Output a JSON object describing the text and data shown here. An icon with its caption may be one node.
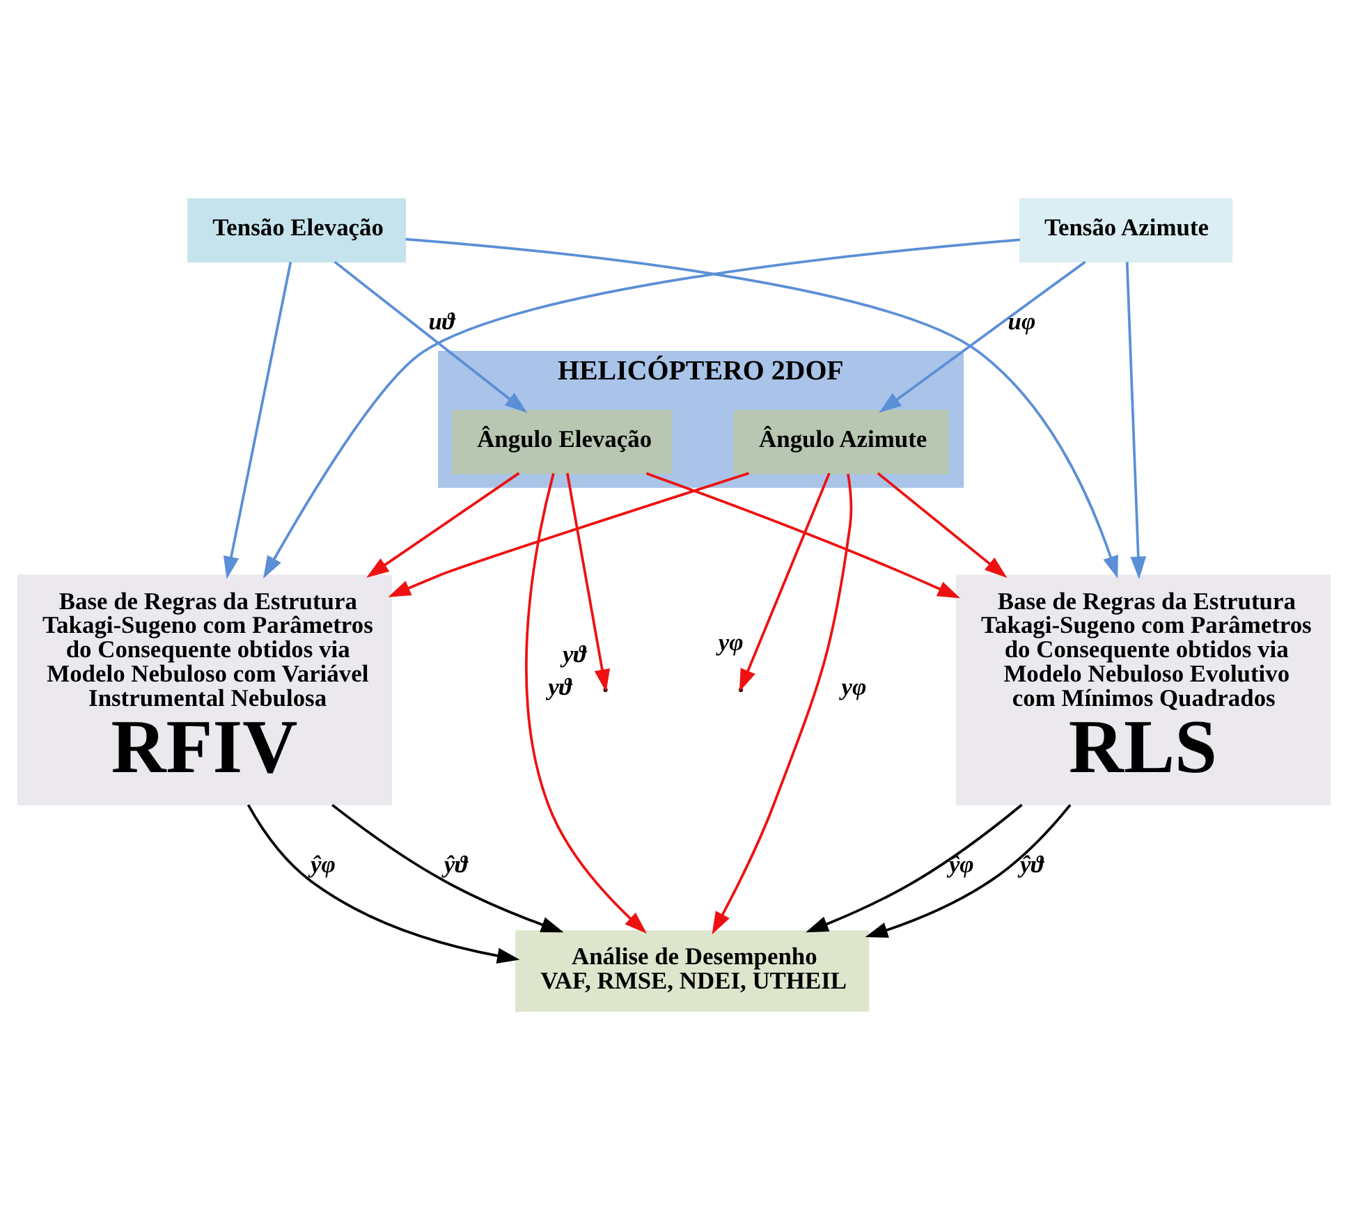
{
  "diagram": {
    "nodes": [
      {
        "text": [
          "Tensão Azimute"
        ]
      },
      {
        "text": [
          "Tensão Elevação"
        ]
      },
      {
        "text": [
          "HELICÓPTERO 2DOF"
        ]
      },
      {
        "text": [
          "Ângulo Azimute"
        ],
        "in": 2
      },
      {
        "text": [
          "Ângulo Elevação"
        ],
        "in": 2
      },
      {
        "text": [
          "Base de Regras da Estrutura Takagi-Sugeno com Parâmetros do Consequente obtidos via Modelo Nebuloso com Variável Instrumental Nebulosa",
          "RFIV"
        ]
      },
      {
        "text": [
          "Base de Regras da Estrutura Takagi-Sugeno com Parâmetros do Consequente obtidos via Modelo Nebuloso Evolutivo com Mínimos Quadrados",
          "RLS"
        ]
      },
      {
        "text": [
          "Análise de Desempenho",
          "VAF, RMSE, NDEI, UTHEIL"
        ]
      }
    ],
    "edges": [
      {
        "from": 0,
        "to": 3,
        "arrow": "to",
        "label": "uφ",
        "color": "#5b8fd6"
      },
      {
        "from": 1,
        "to": 4,
        "arrow": "to",
        "label": "uϑ",
        "color": "#5b8fd6"
      },
      {
        "from": 3,
        "to": null,
        "arrow": "to",
        "label": "yφ"
      },
      {
        "from": 4,
        "to": null,
        "arrow": "to",
        "label": "yϑ"
      },
      {
        "from": 0,
        "to": 5,
        "arrow": "to",
        "color": "#5b8fd6"
      },
      {
        "from": 1,
        "to": 5,
        "arrow": "to",
        "color": "#5b8fd6"
      },
      {
        "from": 0,
        "to": 6,
        "arrow": "to",
        "color": "#5b8fd6"
      },
      {
        "from": 1,
        "to": 6,
        "arrow": "to",
        "color": "#5b8fd6"
      },
      {
        "from": 3,
        "to": 5,
        "arrow": "to"
      },
      {
        "from": 4,
        "to": 5,
        "arrow": "to"
      },
      {
        "from": 3,
        "to": 6,
        "arrow": "to"
      },
      {
        "from": 4,
        "to": 6,
        "arrow": "to"
      },
      {
        "from": 3,
        "to": 7,
        "arrow": "to",
        "label": "yφ"
      },
      {
        "from": 4,
        "to": 7,
        "arrow": "to",
        "label": "yϑ"
      },
      {
        "from": 5,
        "to": 7,
        "arrow": "to",
        "label": "ŷφ",
        "color": "#000000"
      },
      {
        "from": 5,
        "to": 7,
        "arrow": "to",
        "label": "ŷϑ",
        "color": "#000000"
      },
      {
        "from": 6,
        "to": 7,
        "arrow": "to",
        "label": "ŷφ",
        "color": "#000000"
      },
      {
        "from": 6,
        "to": 7,
        "arrow": "to",
        "label": "ŷϑ",
        "color": "#000000"
      }
    ]
  }
}
